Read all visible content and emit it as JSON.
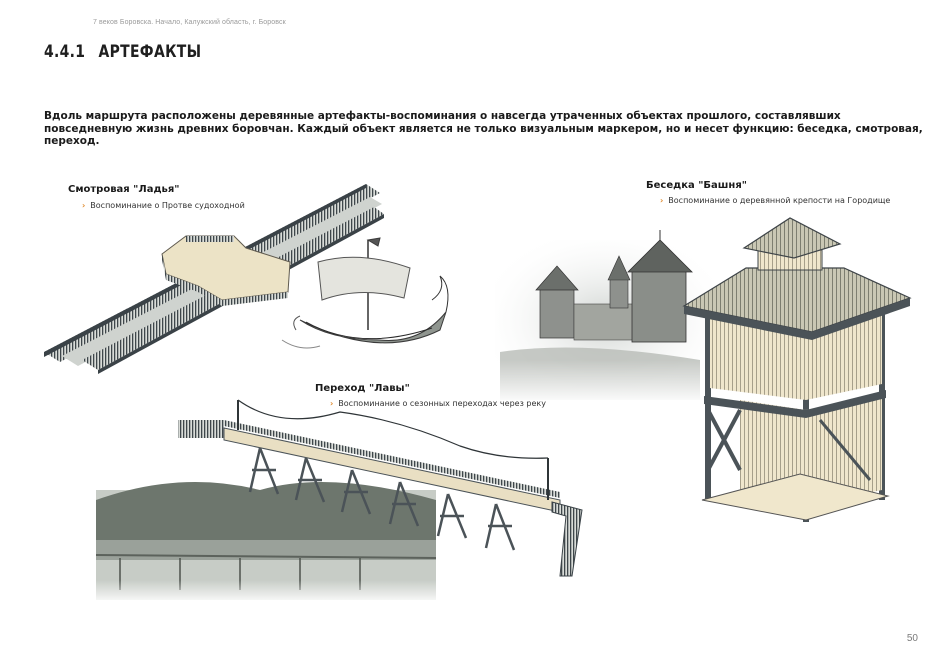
{
  "header": {
    "running_title": "7 веков Боровска. Начало, Калужский область, г. Боровск"
  },
  "section": {
    "number": "4.4.1",
    "title": "АРТЕФАКТЫ"
  },
  "intro_text": "Вдоль маршрута расположены деревянные артефакты-воспоминания о навсегда утраченных объектах прошлого, составлявших повседневную жизнь древних боровчан. Каждый объект является не только визуальным маркером, но и несет функцию: беседка, смотровая, переход.",
  "artifacts": [
    {
      "title": "Смотровая \"Ладья\"",
      "subtitle": "Воспоминание о Протве судоходной"
    },
    {
      "title": "Беседка \"Башня\"",
      "subtitle": "Воспоминание  о деревянной крепости на Городище"
    },
    {
      "title": "Переход \"Лавы\"",
      "subtitle": "Воспоминание о сезонных переходах через реку"
    }
  ],
  "bullet_icon": "chevron-right-icon",
  "colors": {
    "accent": "#e08a2c",
    "wood": "#e8dfc6",
    "frame": "#4b5358"
  },
  "page_number": "50"
}
